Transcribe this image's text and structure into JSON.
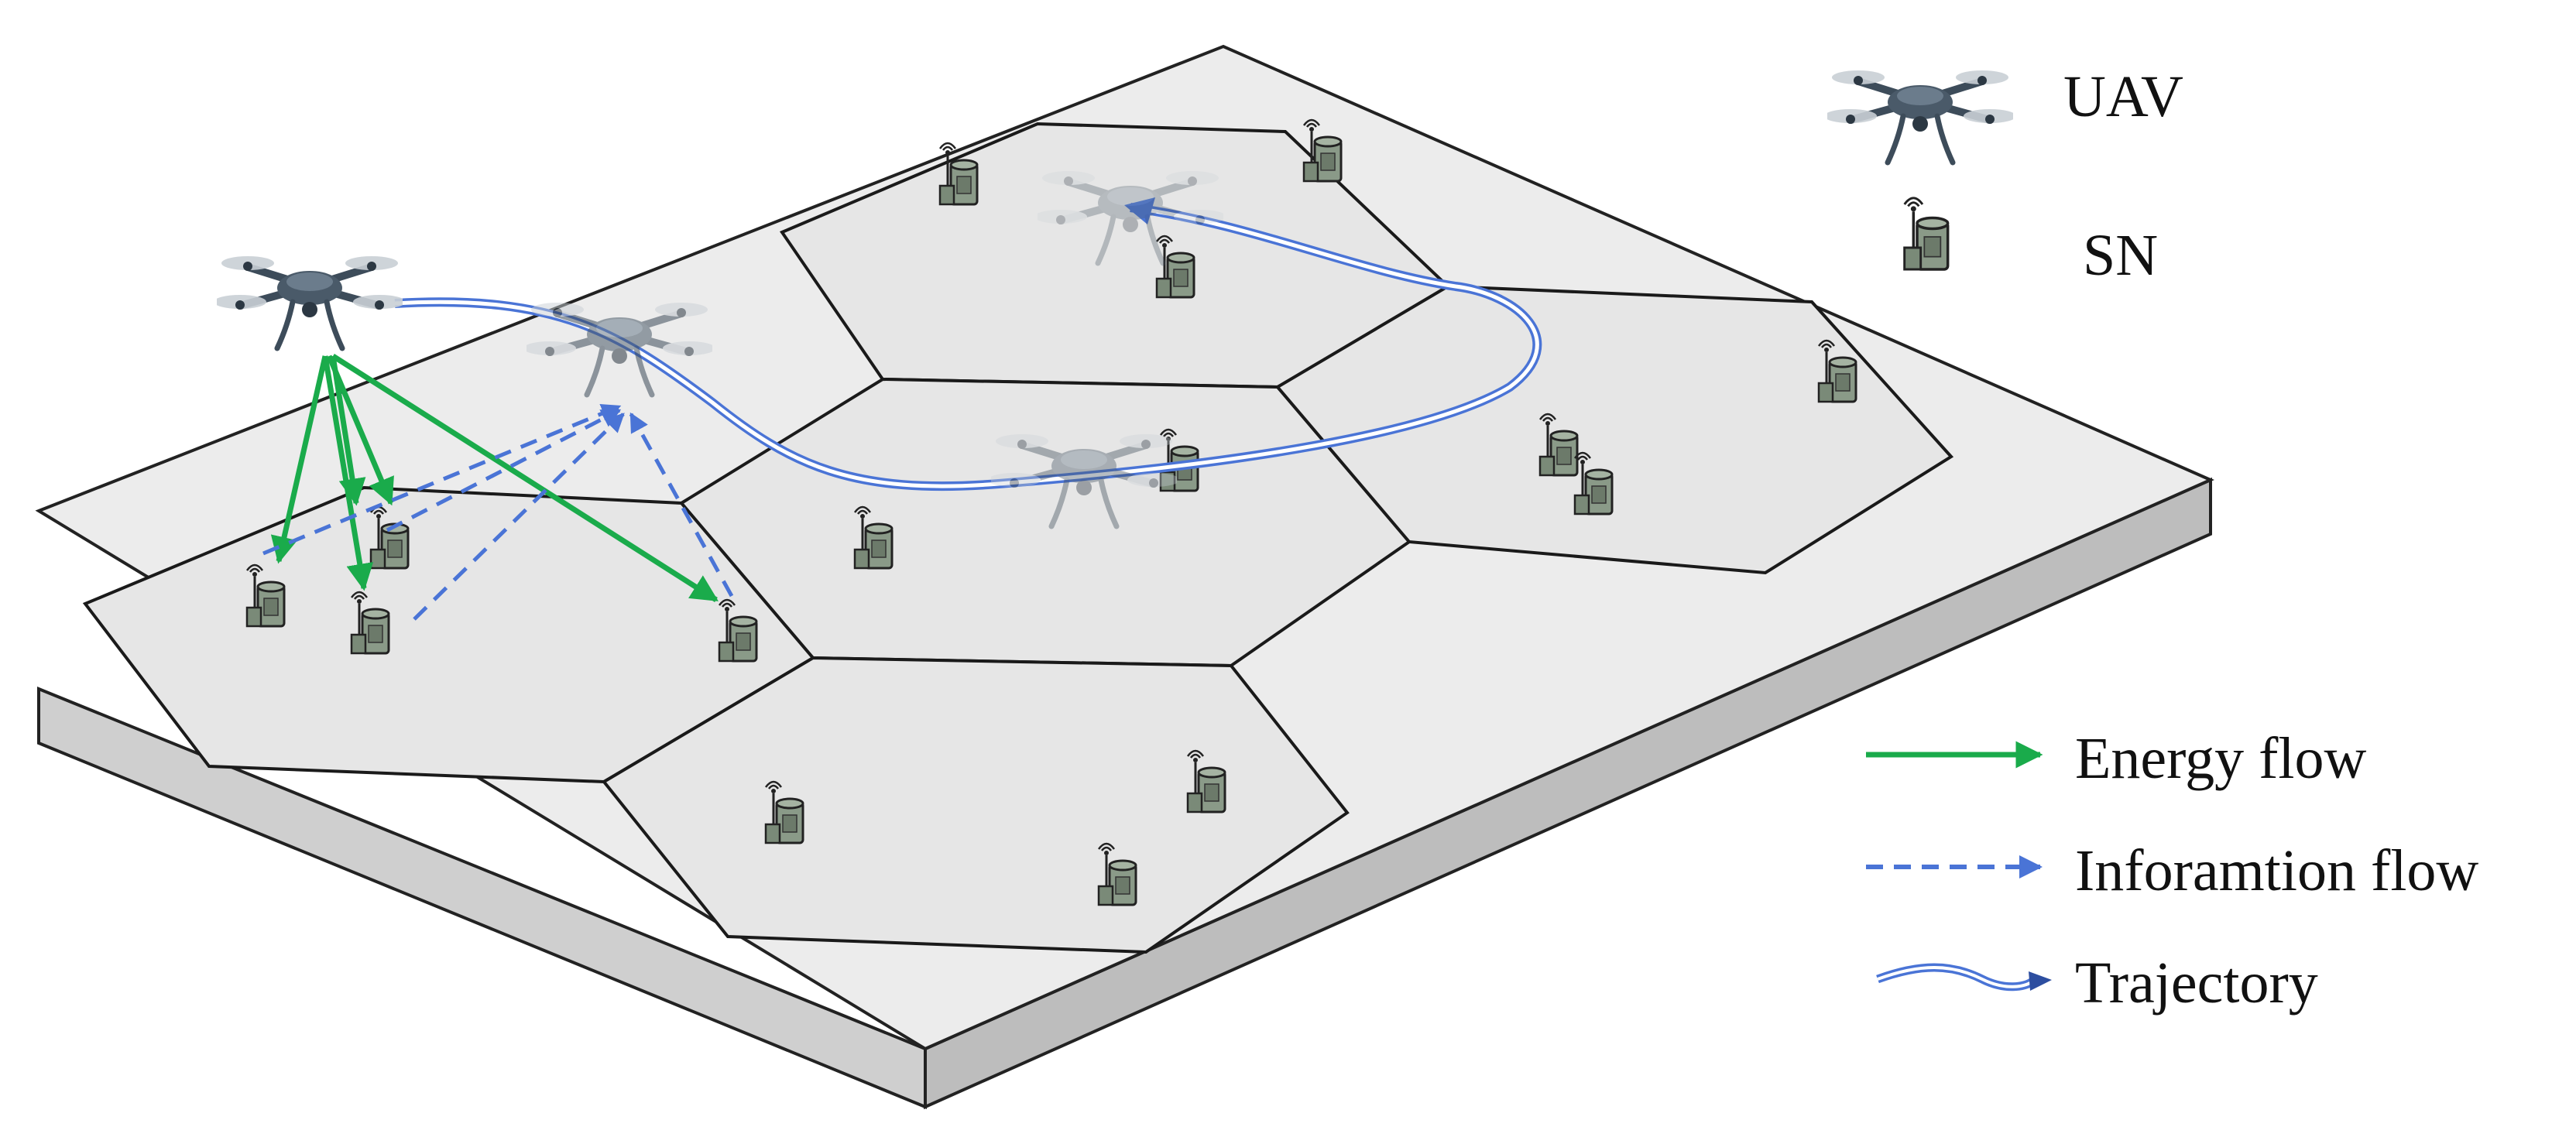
{
  "legend": {
    "uav_label": "UAV",
    "sn_label": "SN",
    "energy_label": "Energy flow",
    "info_label": "Inforamtion flow",
    "trajectory_label": "Trajectory"
  },
  "colors": {
    "energy_flow": "#1aab4b",
    "information_flow": "#4a74d6",
    "trajectory": "#4a74d6",
    "platform_top": "#ececec",
    "platform_side": "#d3d3d3",
    "cell_outline": "#1a1a1a",
    "uav_body": "#3d4c5a",
    "sensor_node": "#8a9a88"
  },
  "icons": {
    "uav": "quadcopter-drone-icon",
    "sn": "sensor-node-icon"
  }
}
